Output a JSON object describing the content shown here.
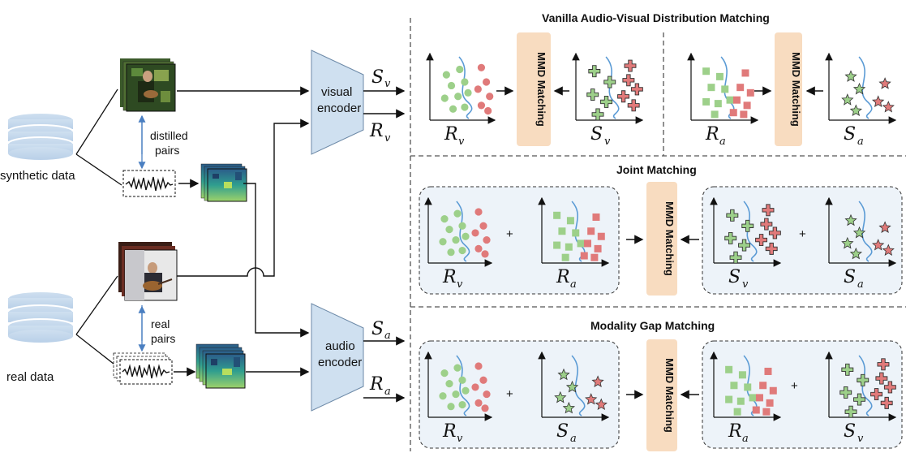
{
  "left": {
    "synthetic_data": "synthetic data",
    "real_data": "real data",
    "distilled_pairs_1": "distilled",
    "distilled_pairs_2": "pairs",
    "real_pairs_1": "real",
    "real_pairs_2": "pairs"
  },
  "encoders": {
    "visual_1": "visual",
    "visual_2": "encoder",
    "audio_1": "audio",
    "audio_2": "encoder"
  },
  "symbols": {
    "S": "S",
    "R": "R",
    "v": "v",
    "a": "a"
  },
  "sections": {
    "vanilla": "Vanilla Audio-Visual Distribution Matching",
    "joint": "Joint Matching",
    "gap": "Modality Gap Matching"
  },
  "mmd_label": "MMD Matching",
  "plus": "+",
  "colors": {
    "green": "#9dd08a",
    "red": "#e07a7a",
    "blue_curve": "#5b9bd5",
    "encoder_fill": "#cfe0f0",
    "mmd_fill": "#f8dcc0",
    "panel_fill": "#edf3f9"
  }
}
